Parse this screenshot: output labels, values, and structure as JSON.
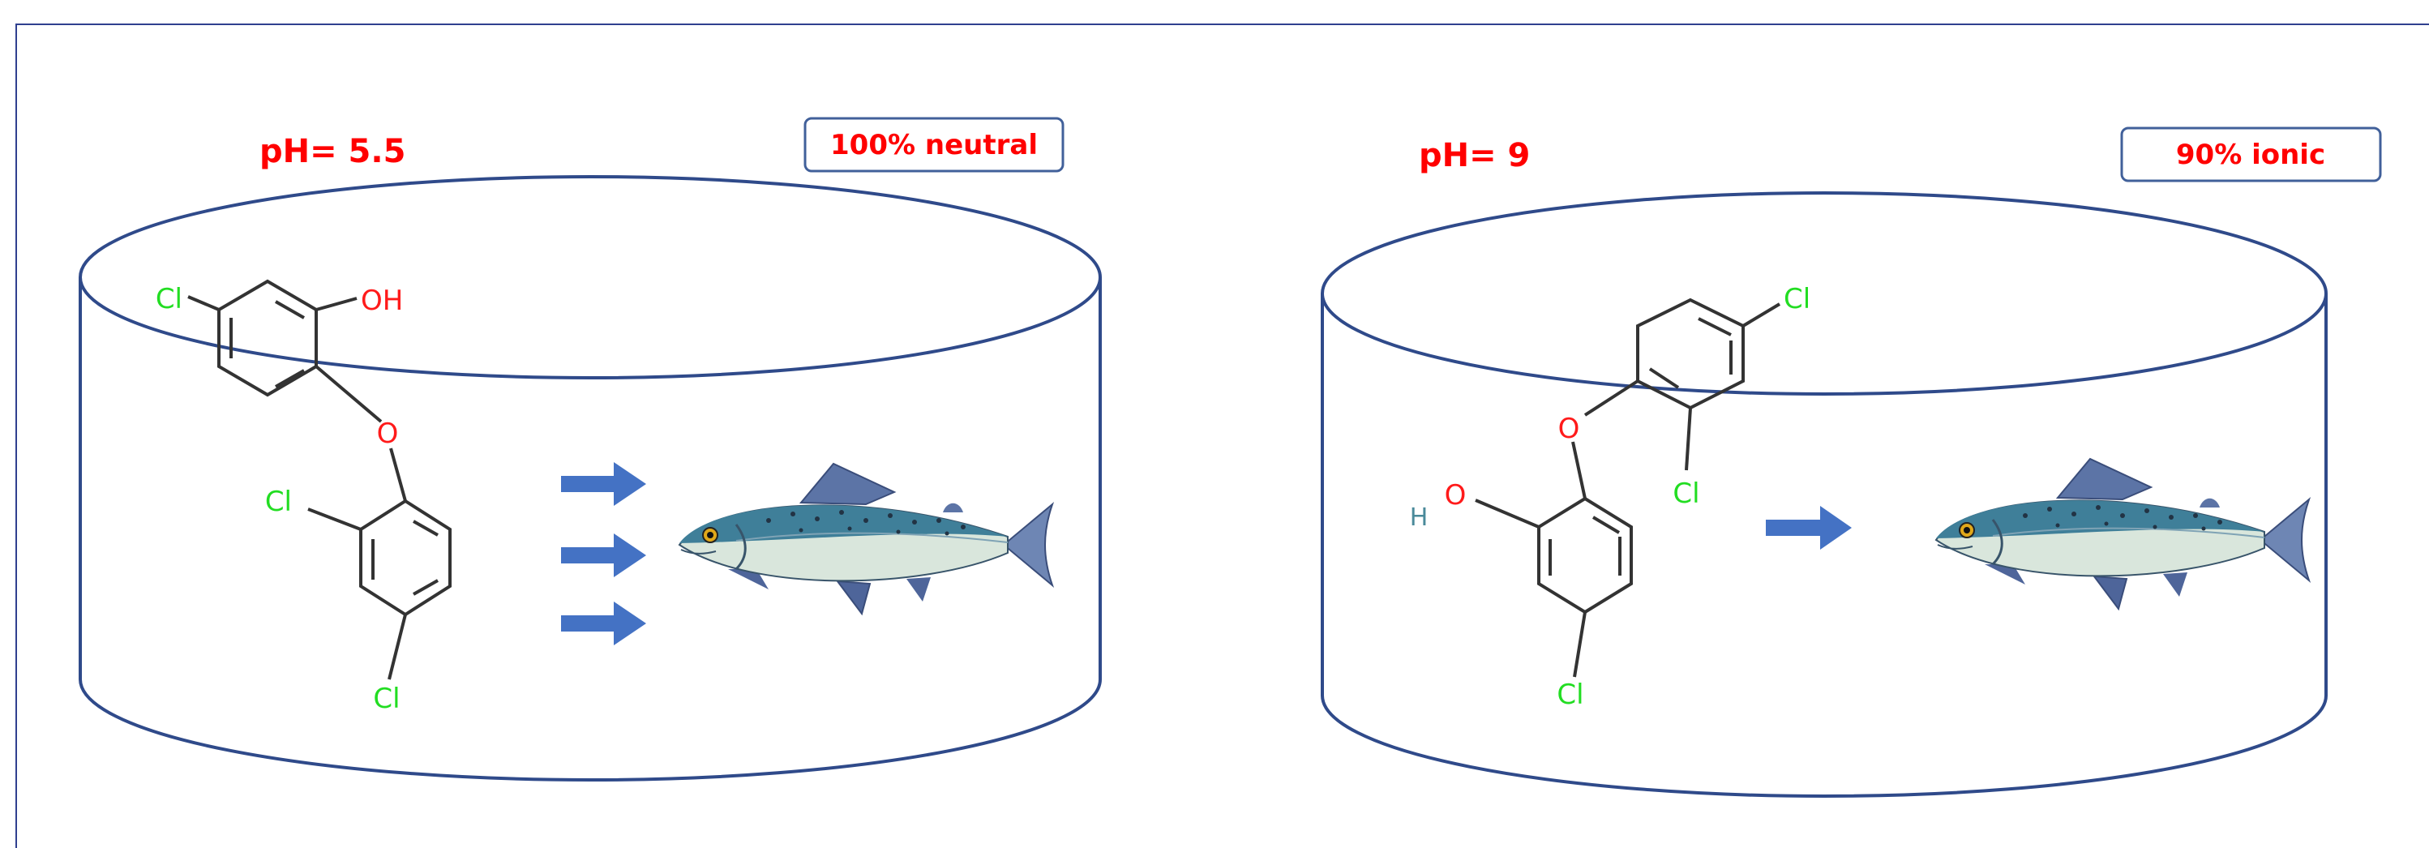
{
  "colors": {
    "frame": "#2f3f8f",
    "tank_stroke": "#2f4a8a",
    "ph_text": "#ff0000",
    "badge_border": "#41609a",
    "chlorine": "#22dd22",
    "oxygen": "#ff1a1a",
    "hydrogen": "#4a8a9a",
    "bond": "#333333",
    "arrow": "#4472c4",
    "fish_back": "#3f7f99",
    "fish_belly": "#d9e6dc",
    "fish_fin": "#6e86b4"
  },
  "panels": [
    {
      "id": "acidic",
      "ph_label": "pH= 5.5",
      "badge_label": "100% neutral",
      "arrow_count": 3,
      "molecule": {
        "atoms": {
          "cl_top": "Cl",
          "oh": "OH",
          "o_bridge": "O",
          "cl_mid": "Cl",
          "cl_bottom": "Cl"
        }
      }
    },
    {
      "id": "basic",
      "ph_label": "pH= 9",
      "badge_label": "90% ionic",
      "arrow_count": 1,
      "molecule": {
        "atoms": {
          "cl_top": "Cl",
          "o_bridge": "O",
          "cl_mid": "Cl",
          "h": "H",
          "o_hydroxyl": "O",
          "cl_bottom": "Cl"
        }
      }
    }
  ]
}
